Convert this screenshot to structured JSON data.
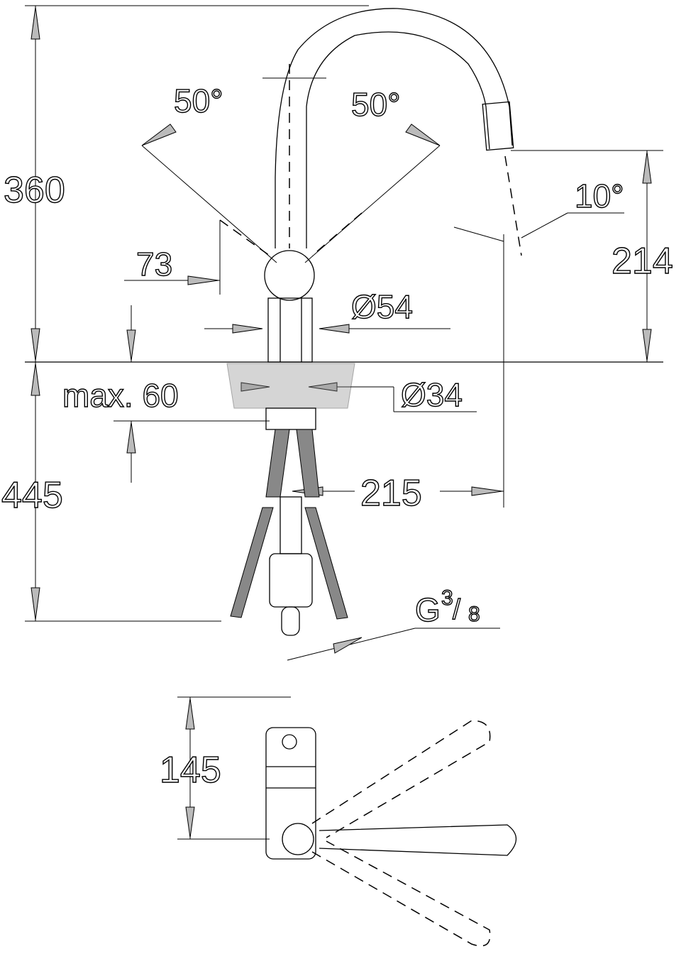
{
  "drawing": {
    "front_view": {
      "total_height": "360",
      "left_angle": "50°",
      "right_angle": "50°",
      "spout_angle": "10°",
      "spout_height": "214",
      "handle_offset": "73",
      "body_diameter": "Ø54",
      "max_counter_thickness": "max. 60",
      "hole_diameter": "Ø34",
      "below_counter_length": "445",
      "spout_reach": "215",
      "connection_thread": {
        "letter": "G",
        "numerator": "3",
        "denominator": "8"
      }
    },
    "top_view": {
      "depth": "145"
    }
  }
}
